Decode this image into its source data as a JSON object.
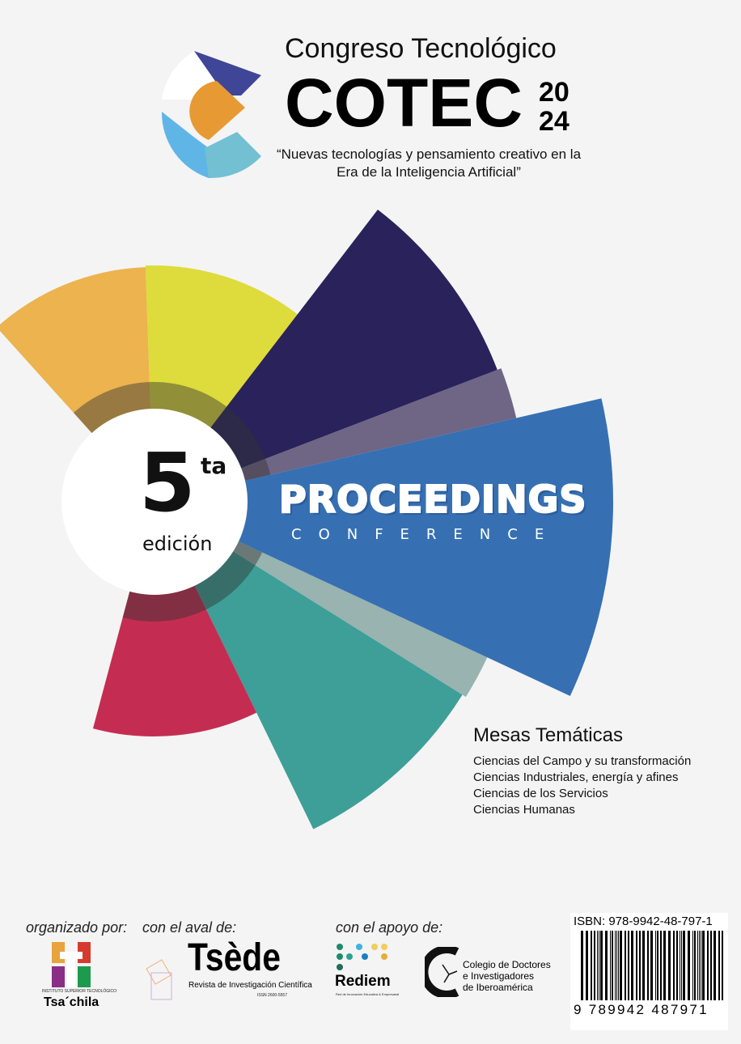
{
  "header": {
    "title_line": "Congreso Tecnológico",
    "brand": "COTEC",
    "year_top": "20",
    "year_bottom": "24",
    "slogan": "“Nuevas tecnologías y pensamiento creativo en la Era de la Inteligencia Artificial”"
  },
  "badge": {
    "number": "5",
    "superscript": "ta",
    "label": "edición"
  },
  "banner": {
    "title": "PROCEEDINGS",
    "subtitle": "CONFERENCE"
  },
  "mesas": {
    "heading": "Mesas Temáticas",
    "items": [
      "Ciencias del Campo y su transformación",
      "Ciencias Industriales, energía y afines",
      "Ciencias de los Servicios",
      "Ciencias Humanas"
    ]
  },
  "footer": {
    "organized_label": "organizado por:",
    "aval_label": "con el aval de:",
    "support_label": "con el apoyo de:",
    "tsachila": {
      "top": "INSTITUTO SUPERIOR TECNOLÓGICO",
      "name": "Tsa´chila"
    },
    "tsede": {
      "name": "Tsède",
      "sub": "Revista de Investigación Científica",
      "issn": "ISSN 2600-5557"
    },
    "rediem": {
      "name": "Rediem",
      "sub": "Red de Innovación Educativa & Empresarial"
    },
    "colegio": {
      "line1": "Colegio de Doctores",
      "line2": "e Investigadores",
      "line3": "de Iberoamérica"
    },
    "isbn": "ISBN:  978-9942-48-797-1",
    "barcode_digits": "9 789942 487971"
  },
  "colors": {
    "orange": "#ecb34e",
    "yellow": "#dedb3c",
    "navy": "#29225b",
    "blue": "#3670b3",
    "teal": "#3d9f98",
    "crimson": "#c42d51"
  }
}
